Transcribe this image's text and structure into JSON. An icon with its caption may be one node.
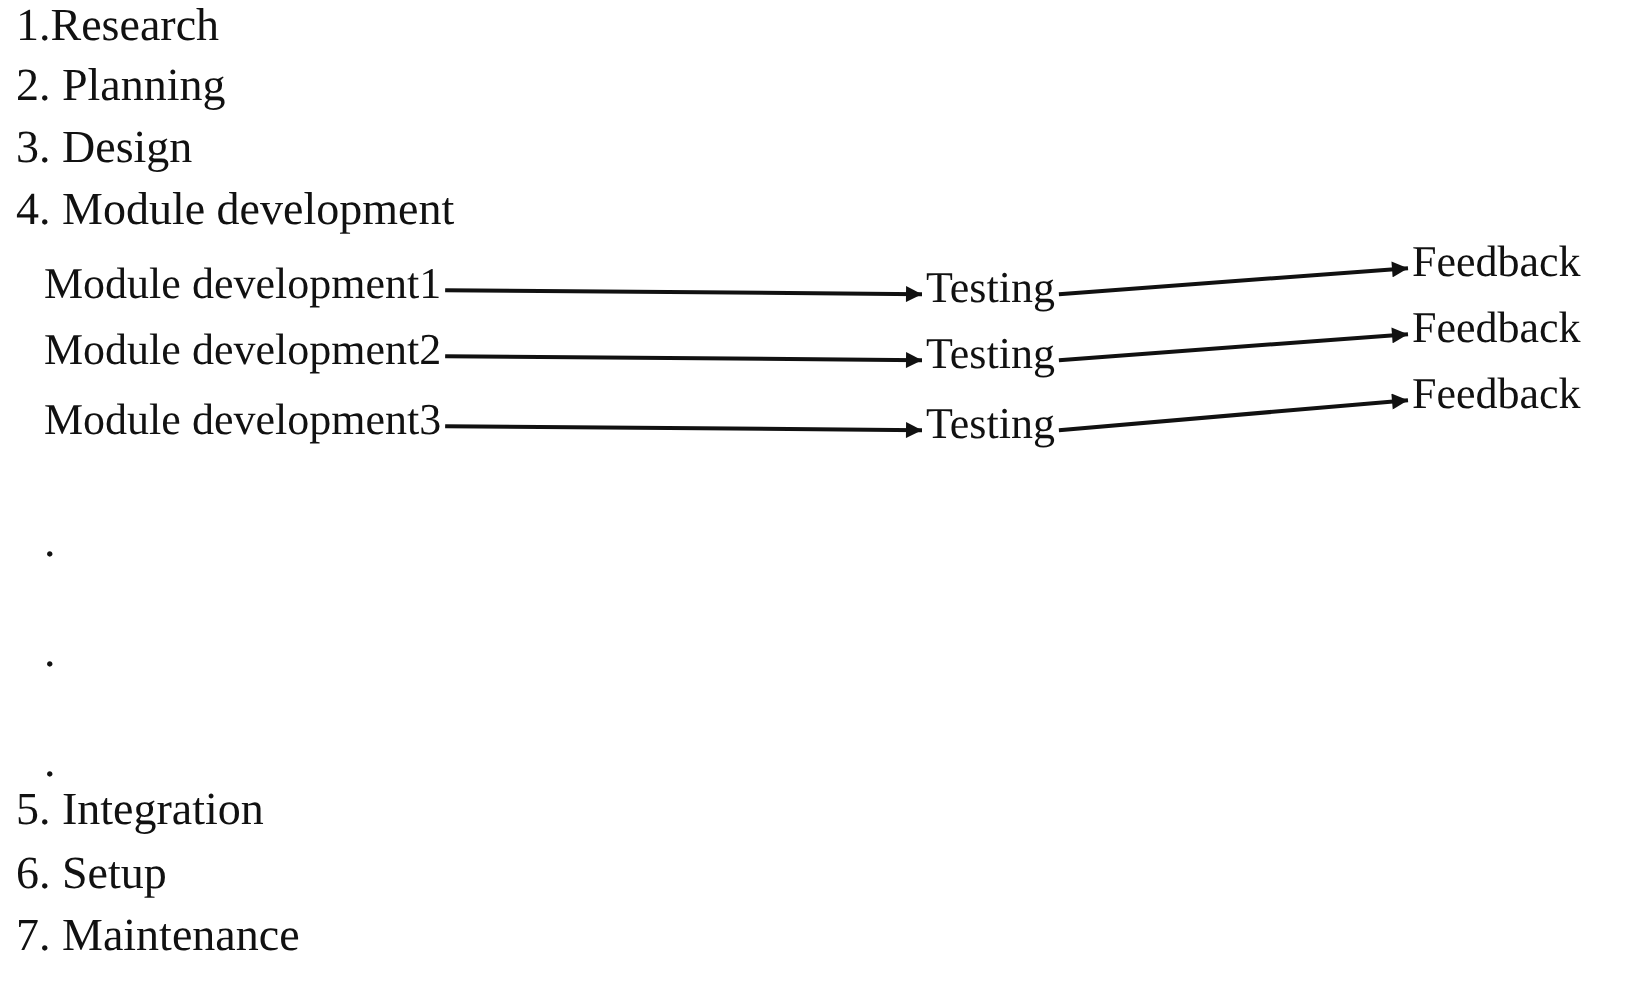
{
  "diagram": {
    "nodes": [
      {
        "text": [
          "Module development1"
        ]
      },
      {
        "text": [
          "Testing"
        ]
      },
      {
        "text": [
          "Feedback"
        ]
      },
      {
        "text": [
          "Module development2"
        ]
      },
      {
        "text": [
          "Testing"
        ]
      },
      {
        "text": [
          "Feedback"
        ]
      },
      {
        "text": [
          "Module development3"
        ]
      },
      {
        "text": [
          "Testing"
        ]
      },
      {
        "text": [
          "Feedback"
        ]
      }
    ],
    "edges": [
      {
        "from": 0,
        "to": 1,
        "arrow": "to"
      },
      {
        "from": 1,
        "to": 2,
        "arrow": "to"
      },
      {
        "from": 3,
        "to": 4,
        "arrow": "to"
      },
      {
        "from": 4,
        "to": 5,
        "arrow": "to"
      },
      {
        "from": 6,
        "to": 7,
        "arrow": "to"
      },
      {
        "from": 7,
        "to": 8,
        "arrow": "to"
      }
    ],
    "labels": [
      "1.Research",
      "2. Planning",
      "3. Design",
      "4. Module development",
      ".",
      ".",
      ".",
      "5. Integration",
      "6. Setup",
      "7. Maintenance"
    ]
  }
}
